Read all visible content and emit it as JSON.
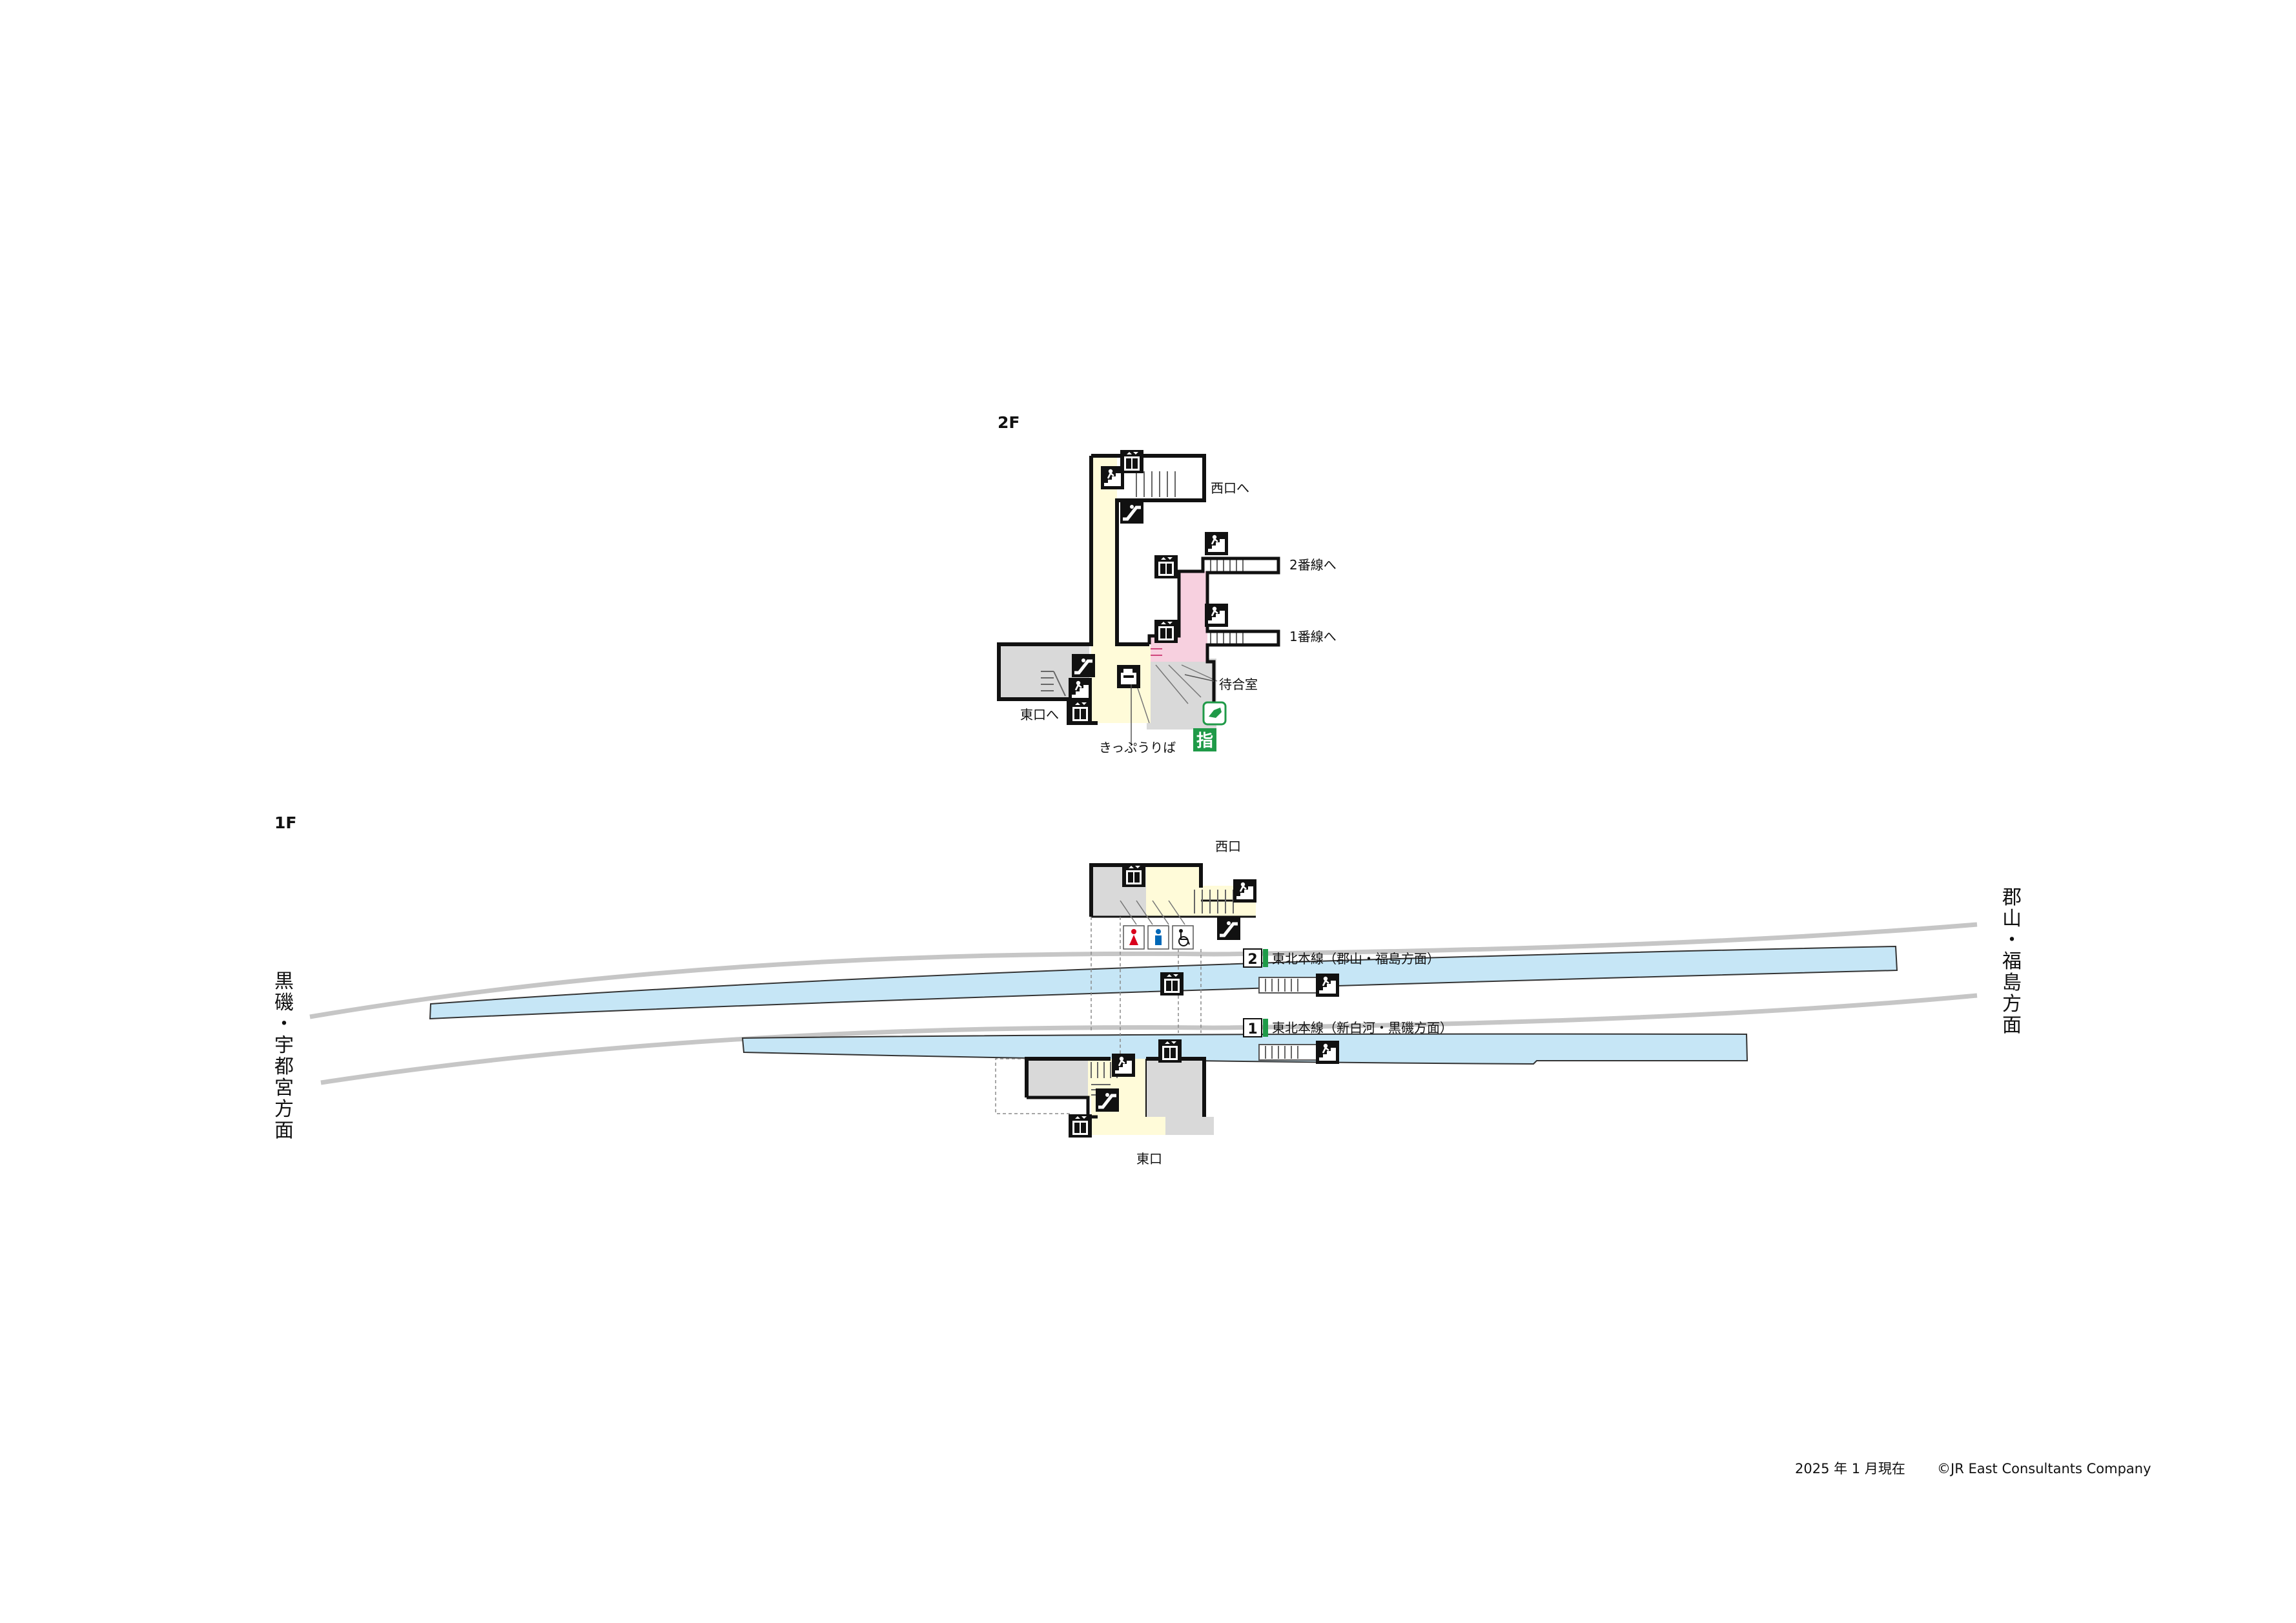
{
  "floors": {
    "upper": "2F",
    "lower": "1F"
  },
  "upper_floor": {
    "to_west_exit": "西口へ",
    "to_platform_2": "2番線へ",
    "to_platform_1": "1番線へ",
    "waiting_room": "待合室",
    "to_east_exit": "東口へ",
    "ticket_area": "きっぷうりば",
    "reserved_seat_badge": "指"
  },
  "lower_floor": {
    "west_exit": "西口",
    "east_exit": "東口",
    "platform_2": {
      "number": "2",
      "label": "東北本線（郡山・福島方面）"
    },
    "platform_1": {
      "number": "1",
      "label": "東北本線（新白河・黒磯方面）"
    },
    "direction_left": [
      "黒",
      "磯",
      "・",
      "宇",
      "都",
      "宮",
      "方",
      "面"
    ],
    "direction_right": [
      "郡",
      "山",
      "・",
      "福",
      "島",
      "方",
      "面"
    ]
  },
  "icons": {
    "elevator": "elevator-icon",
    "stairs": "stairs-icon",
    "escalator": "escalator-icon",
    "toilet_women": "women-toilet-icon",
    "toilet_men": "men-toilet-icon",
    "toilet_accessible": "accessible-toilet-icon",
    "ticket_machine": "ticket-machine-icon",
    "nfc_reader": "ic-card-icon"
  },
  "colors": {
    "concourse": "#fffbd9",
    "waiting": "#f7d0df",
    "facility": "#d9d9d9",
    "platform": "#c6e6f6",
    "track": "#c6c6c6",
    "icon_dark": "#111111",
    "green": "#1f9a48",
    "women": "#d9001b",
    "men": "#0068b7"
  },
  "footer": {
    "date": "2025 年 1 月現在",
    "copyright": "©JR East Consultants Company"
  }
}
